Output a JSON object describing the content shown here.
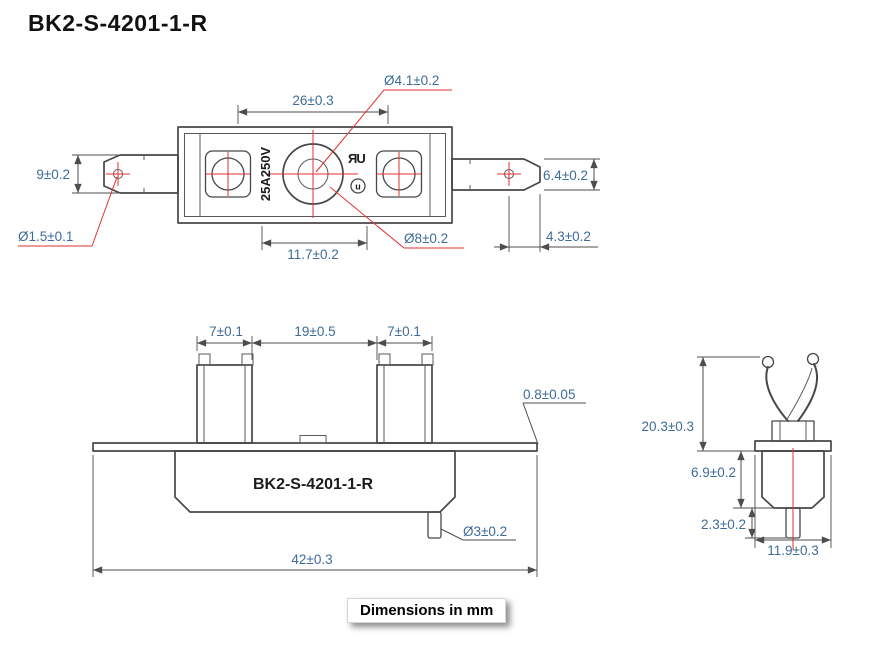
{
  "title": "BK2-S-4201-1-R",
  "note": "Dimensions in mm",
  "colors": {
    "dim_text": "#3f6c99",
    "drawing_line": "#474747",
    "centerline_red": "#e03131"
  },
  "top_view": {
    "rating": "25A250V",
    "ul_mark": "ЯU",
    "cert_mark": "u",
    "dims": {
      "hole_top": "Ø4.1±0.2",
      "span_26": "26±0.3",
      "height_9": "9±0.2",
      "height_6_4": "6.4±0.2",
      "hole_1_5": "Ø1.5±0.1",
      "span_11_7": "11.7±0.2",
      "hole_8": "Ø8±0.2",
      "span_4_3": "4.3±0.2"
    }
  },
  "front_view": {
    "part_label": "BK2-S-4201-1-R",
    "dims": {
      "span_7_left": "7±0.1",
      "span_19": "19±0.5",
      "span_7_right": "7±0.1",
      "thickness_0_8": "0.8±0.05",
      "hole_3": "Ø3±0.2",
      "span_42": "42±0.3"
    }
  },
  "side_view": {
    "dims": {
      "height_20_3": "20.3±0.3",
      "height_6_9": "6.9±0.2",
      "height_2_3": "2.3±0.2",
      "span_11_9": "11.9±0.3"
    }
  }
}
